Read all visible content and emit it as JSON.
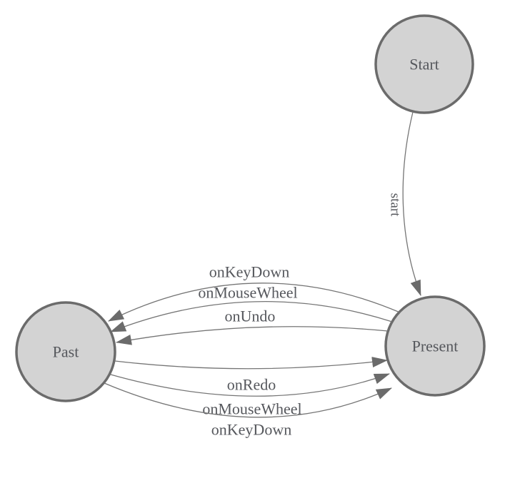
{
  "diagram": {
    "type": "state-machine",
    "colors": {
      "background": "#ffffff",
      "node_fill": "#d3d3d3",
      "node_border": "#6b6b6b",
      "edge_line": "#757575",
      "arrowhead": "#6b6b6b",
      "label_text": "#55575c"
    },
    "nodes": [
      {
        "id": "start",
        "label": "Start"
      },
      {
        "id": "present",
        "label": "Present"
      },
      {
        "id": "past",
        "label": "Past"
      }
    ],
    "edges": [
      {
        "id": "start-to-present",
        "from": "Start",
        "to": "Present",
        "label": "start"
      },
      {
        "id": "present-to-past-keydown",
        "from": "Present",
        "to": "Past",
        "label": "onKeyDown"
      },
      {
        "id": "present-to-past-mousewheel",
        "from": "Present",
        "to": "Past",
        "label": "onMouseWheel"
      },
      {
        "id": "present-to-past-undo",
        "from": "Present",
        "to": "Past",
        "label": "onUndo"
      },
      {
        "id": "past-to-present-redo",
        "from": "Past",
        "to": "Present",
        "label": "onRedo"
      },
      {
        "id": "past-to-present-mousewheel",
        "from": "Past",
        "to": "Present",
        "label": "onMouseWheel"
      },
      {
        "id": "past-to-present-keydown",
        "from": "Past",
        "to": "Present",
        "label": "onKeyDown"
      }
    ]
  }
}
